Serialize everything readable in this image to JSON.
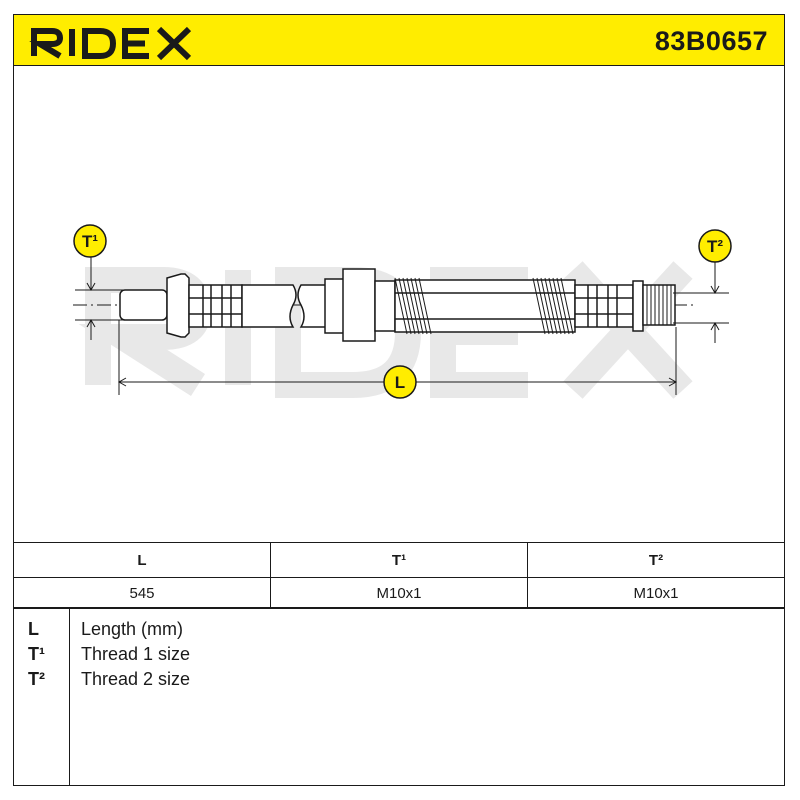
{
  "brand": {
    "name": "RIDEX",
    "color": "#ffed00"
  },
  "part_number": "83B0657",
  "drawing": {
    "labels": {
      "thread1": "T¹",
      "thread2": "T²",
      "length": "L"
    },
    "watermark": "RIDEX"
  },
  "spec_table": {
    "headers": [
      "L",
      "T¹",
      "T²"
    ],
    "values": [
      "545",
      "M10x1",
      "M10x1"
    ]
  },
  "legend": [
    {
      "key": "L",
      "description": "Length (mm)"
    },
    {
      "key": "T¹",
      "description": "Thread 1 size"
    },
    {
      "key": "T²",
      "description": "Thread 2 size"
    }
  ]
}
